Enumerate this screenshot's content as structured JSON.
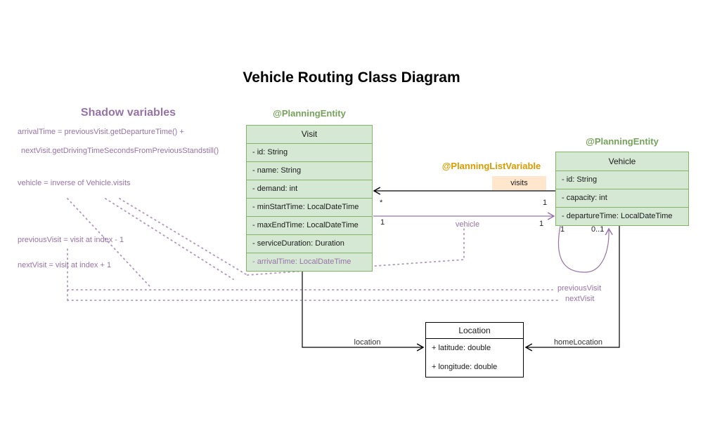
{
  "title": "Vehicle Routing Class Diagram",
  "shadow_notes": {
    "heading": "Shadow variables",
    "line1": "arrivalTime = previousVisit.getDepartureTime() +",
    "line2": "nextVisit.getDrivingTimeSecondsFromPreviousStandstill()",
    "line3": "vehicle = inverse of Vehicle.visits",
    "line4": "previousVisit = visit at index - 1",
    "line5": "nextVisit = visit at index + 1"
  },
  "classes": {
    "visit": {
      "annotation": "@PlanningEntity",
      "name": "Visit",
      "attributes": [
        "- id: String",
        "- name: String",
        "- demand: int",
        "- minStartTime: LocalDateTime",
        "- maxEndTime: LocalDateTime",
        "- serviceDuration: Duration"
      ],
      "shadow_attribute": "- arrivalTime: LocalDateTime"
    },
    "vehicle": {
      "annotation": "@PlanningEntity",
      "name": "Vehicle",
      "attributes": [
        "- id: String",
        "- capacity: int",
        "- departureTime: LocalDateTime"
      ]
    },
    "location": {
      "name": "Location",
      "attributes": [
        "+ latitude: double",
        "+ longitude: double"
      ]
    }
  },
  "associations": {
    "visits": {
      "annotation": "@PlanningListVariable",
      "label": "visits",
      "target_multiplicity": "*",
      "source_multiplicity": "1"
    },
    "vehicle": {
      "label": "vehicle",
      "left_multiplicity": "1",
      "right_multiplicity": "1"
    },
    "visit_chain": {
      "left_multiplicity": "1",
      "right_multiplicity": "0..1",
      "label_previous": "previousVisit",
      "label_next": "nextVisit"
    },
    "location": {
      "label": "location"
    },
    "home_location": {
      "label": "homeLocation"
    }
  },
  "colors": {
    "entity_fill_green": "#d5e8d4",
    "entity_border_green": "#82b366",
    "annotation_green": "#75a25a",
    "annotation_orange": "#d79b00",
    "list_variable_fill": "#ffe6cc",
    "shadow_purple": "#9673a6"
  }
}
